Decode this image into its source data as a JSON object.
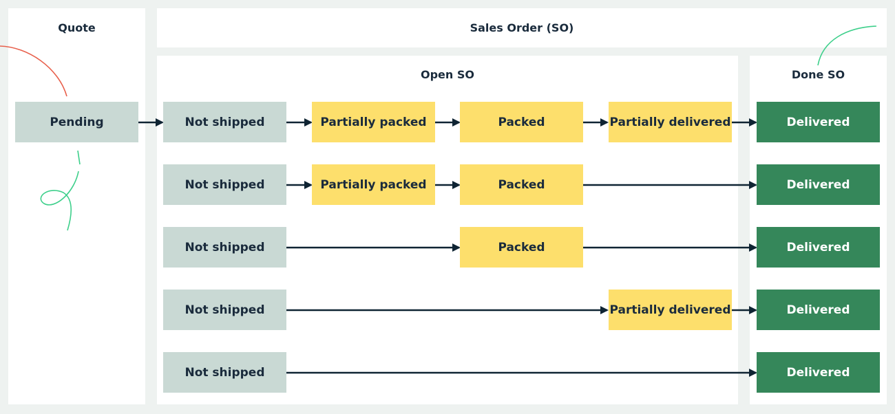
{
  "headers": {
    "quote": "Quote",
    "sales_order": "Sales Order (SO)",
    "open_so": "Open SO",
    "done_so": "Done SO"
  },
  "quote_box": {
    "label": "Pending",
    "color": "#c9d9d4"
  },
  "colors": {
    "background": "#eef2f0",
    "panel": "#ffffff",
    "not_shipped": "#c9d9d4",
    "in_progress": "#fddf6c",
    "delivered": "#35875a",
    "arrow": "#0f2433",
    "text_dark": "#1a2b3c",
    "accent_red": "#e8604c",
    "accent_green": "#3ccf8a"
  },
  "rows": [
    {
      "start": "Not shipped",
      "partially_packed": "Partially packed",
      "packed": "Packed",
      "partially_delivered": "Partially delivered",
      "end": "Delivered"
    },
    {
      "start": "Not shipped",
      "partially_packed": "Partially packed",
      "packed": "Packed",
      "end": "Delivered"
    },
    {
      "start": "Not shipped",
      "packed": "Packed",
      "end": "Delivered"
    },
    {
      "start": "Not shipped",
      "partially_delivered": "Partially delivered",
      "end": "Delivered"
    },
    {
      "start": "Not shipped",
      "end": "Delivered"
    }
  ]
}
